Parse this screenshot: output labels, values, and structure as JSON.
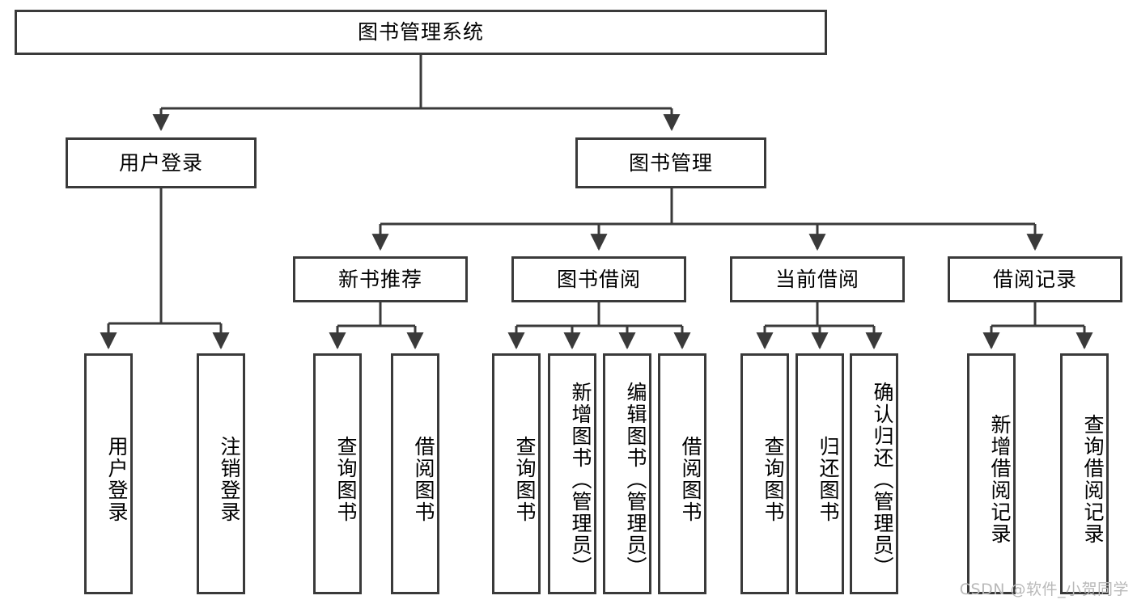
{
  "diagram": {
    "title": "图书管理系统",
    "watermark": "CSDN @软件_小贺同学",
    "accent_color": "#3a3a3a",
    "background_color": "#ffffff",
    "root": {
      "label": "图书管理系统"
    },
    "level2": [
      {
        "label": "用户登录"
      },
      {
        "label": "图书管理"
      }
    ],
    "level3": [
      {
        "label": "新书推荐"
      },
      {
        "label": "图书借阅"
      },
      {
        "label": "当前借阅"
      },
      {
        "label": "借阅记录"
      }
    ],
    "leaves": {
      "user_login": [
        {
          "label": "用户登录"
        },
        {
          "label": "注销登录"
        }
      ],
      "new_book_recommend": [
        {
          "label": "查询图书"
        },
        {
          "label": "借阅图书"
        }
      ],
      "book_borrow": [
        {
          "label": "查询图书"
        },
        {
          "label": "新增图书（管理员）"
        },
        {
          "label": "编辑图书（管理员）"
        },
        {
          "label": "借阅图书"
        }
      ],
      "current_borrow": [
        {
          "label": "查询图书"
        },
        {
          "label": "归还图书"
        },
        {
          "label": "确认归还（管理员）"
        }
      ],
      "borrow_records": [
        {
          "label": "新增借阅记录"
        },
        {
          "label": "查询借阅记录"
        }
      ]
    }
  }
}
